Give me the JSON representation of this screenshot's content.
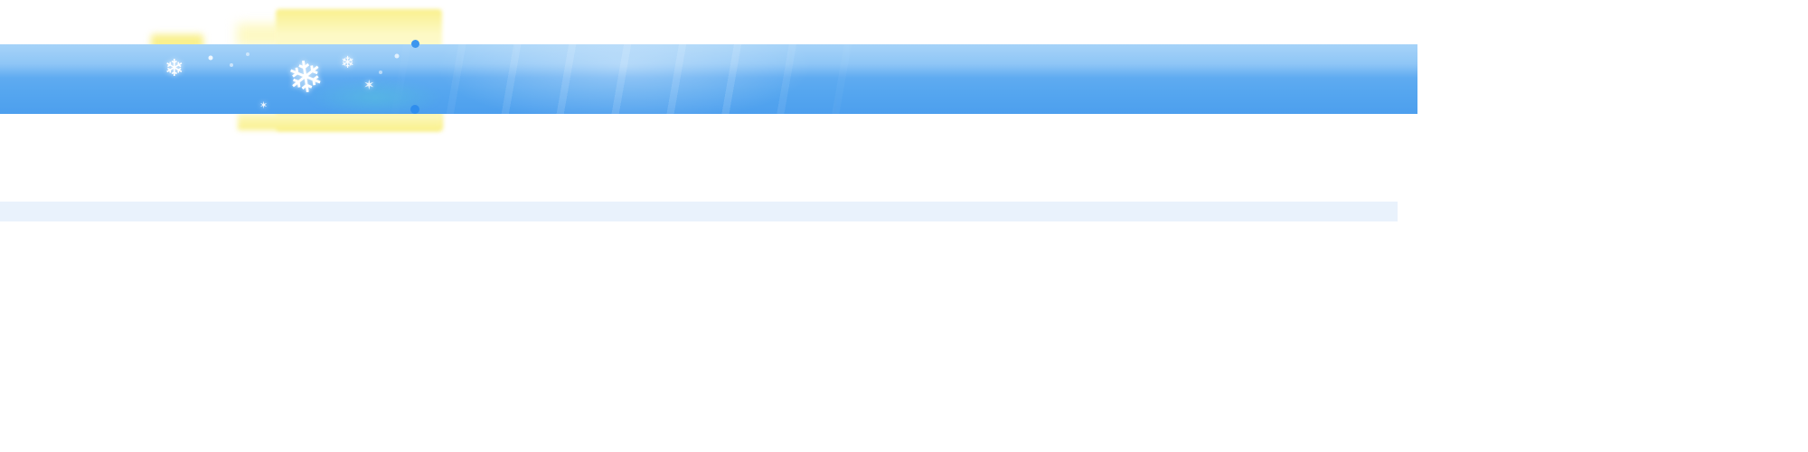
{
  "colors": {
    "page-bg": "#ffffff",
    "banner-top": "#a6d3f8",
    "banner-mid": "#5fabf1",
    "banner-bottom": "#4d9fee",
    "glow-yellow": "#f9f08c",
    "glow-yellow-pale": "#fdf9c4",
    "strip-blue": "#e9f2fc",
    "dot-blue": "#3d96ee",
    "dot-blue-dark": "#2f8ded",
    "snow-white": "#ffffff"
  },
  "decorations": {
    "snowflakes": [
      {
        "name": "snowflake-large",
        "glyph": "❄"
      },
      {
        "name": "snowflake-medium",
        "glyph": "❄"
      },
      {
        "name": "snowflake-small",
        "glyph": "❄"
      },
      {
        "name": "sparkle-small",
        "glyph": "✶"
      },
      {
        "name": "sparkle-tiny",
        "glyph": "✶"
      }
    ]
  }
}
